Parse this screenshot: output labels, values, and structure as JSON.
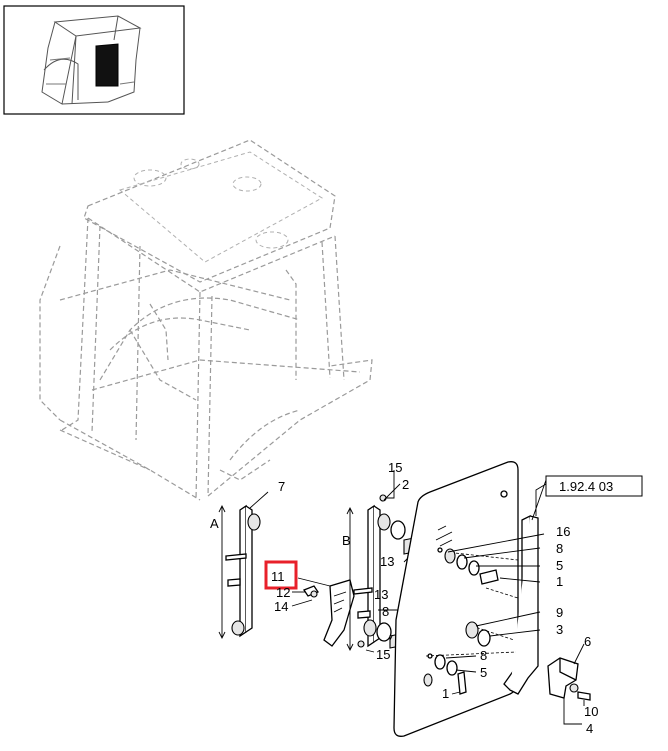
{
  "callouts": {
    "highlighted": "11",
    "reference": "1.92.4 03",
    "dim_a": "A",
    "dim_b": "B",
    "n1a": "1",
    "n1b": "1",
    "n2": "2",
    "n3": "3",
    "n4": "4",
    "n5a": "5",
    "n5b": "5",
    "n6": "6",
    "n7": "7",
    "n8a": "8",
    "n8b": "8",
    "n8c": "8",
    "n9": "9",
    "n10": "10",
    "n12": "12",
    "n13a": "13",
    "n13b": "13",
    "n14": "14",
    "n15a": "15",
    "n15b": "15",
    "n16": "16"
  },
  "colors": {
    "highlight": "#e8202a",
    "line": "#000000",
    "ghost": "#9a9a9a"
  }
}
